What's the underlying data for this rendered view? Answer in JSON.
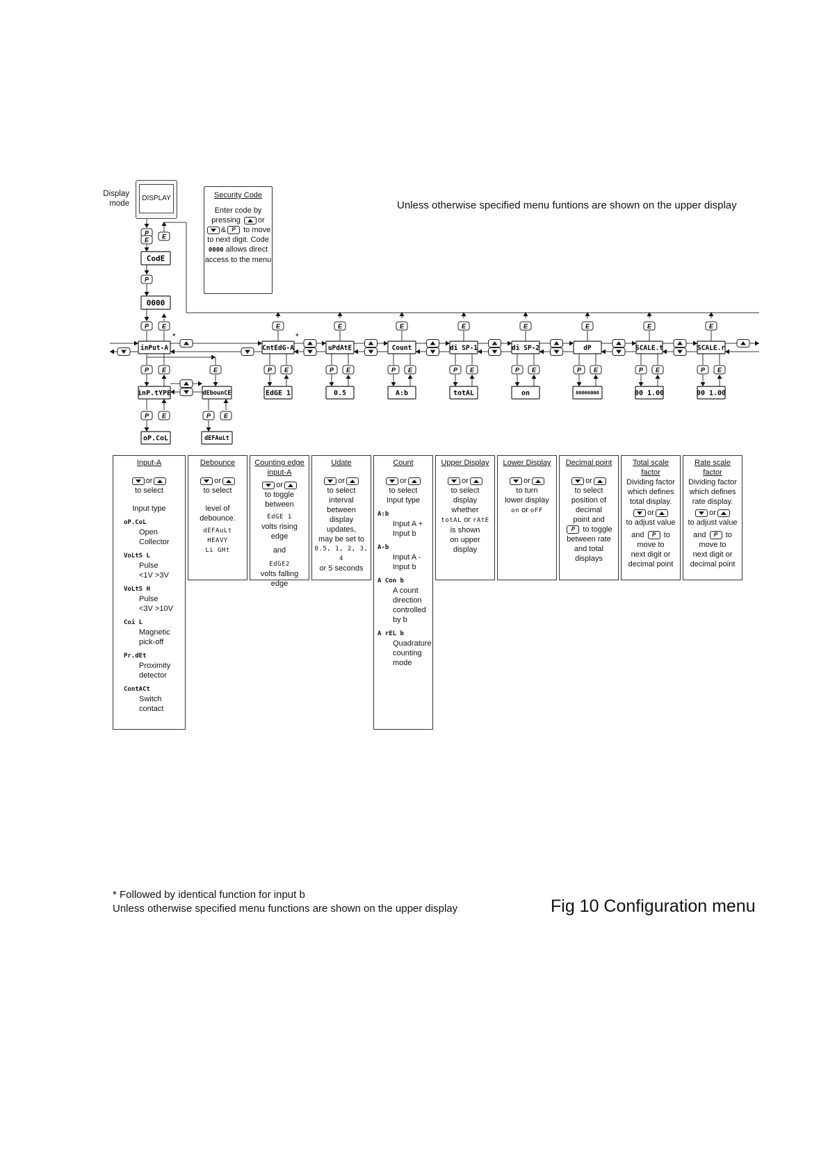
{
  "header": {
    "display_mode_label": "Display\nmode",
    "display_box": "DISPLAY",
    "upper_note": "Unless otherwise specified menu funtions are shown on the upper display"
  },
  "security": {
    "title": "Security Code",
    "line1": "Enter code by",
    "line2": "pressing",
    "line3_or": "or",
    "line3_amp": "&",
    "line4": "to move to next",
    "line5_pre": "digit. Code",
    "line5_code": "0000",
    "line6": "allows direct",
    "line7": "access to",
    "line8": "the menu"
  },
  "flow": {
    "code": "CodE",
    "code_value": "0000",
    "asterisk": "*"
  },
  "menu": [
    {
      "label": "inPut-A",
      "value": "inP.tYPE"
    },
    {
      "label": "CntEdG-A",
      "value": "EdGE 1"
    },
    {
      "label": "uPdAtE",
      "value": "0.5"
    },
    {
      "label": "Count",
      "value": "A:b"
    },
    {
      "label": "di SP-1",
      "value": "totAL"
    },
    {
      "label": "di SP-2",
      "value": "on"
    },
    {
      "label": "dP",
      "value": "00000000"
    },
    {
      "label": "SCALE.t",
      "value": "00 1.00"
    },
    {
      "label": "SCALE.r",
      "value": "00 1.00"
    }
  ],
  "sub": {
    "debounce": "dEbounCE",
    "optype_value": "oP.CoL",
    "debounce_value": "dEFAuLt"
  },
  "keys": {
    "p": "P",
    "e": "E"
  },
  "descriptions": {
    "input_a": {
      "title": "Input-A",
      "or": "or",
      "to_select": "to select",
      "input_type": "Input type",
      "items": [
        {
          "code": "oP.CoL",
          "text": "Open\nCollector"
        },
        {
          "code": "VoLtS L",
          "text": "Pulse\n<1V   >3V"
        },
        {
          "code": "VoLtS H",
          "text": "Pulse\n<3V   >10V"
        },
        {
          "code": "Coi L",
          "text": "Magnetic\npick-off"
        },
        {
          "code": "Pr.dEt",
          "text": "Proximity\ndetector"
        },
        {
          "code": "ContACt",
          "text": "Switch\ncontact"
        }
      ]
    },
    "debounce": {
      "title": "Debounce",
      "or": "or",
      "to_select": "to select",
      "body": "level of\ndebounce.",
      "codes": [
        "dEFAuLt",
        "HEAVY",
        "Li GHt"
      ]
    },
    "counting_edge": {
      "title": "Counting edge\ninput-A",
      "or": "or",
      "body1": "to toggle\nbetween",
      "code1": "EdGE 1",
      "text1": "volts rising edge",
      "and": "and",
      "code2": "EdGE2",
      "text2": "volts falling edge"
    },
    "update": {
      "title": "Udate",
      "or": "or",
      "body": "to select\ninterval\nbetween\ndisplay\nupdates,\nmay be set to",
      "codes": "0.5,  1, 2, 3, 4",
      "tail": "or 5 seconds"
    },
    "count": {
      "title": "Count",
      "or": "or",
      "to_select": "to select",
      "input_type": "Input type",
      "items": [
        {
          "code": "A:b",
          "text": "Input A +\nInput b"
        },
        {
          "code": "A-b",
          "text": "Input A -\nInput b"
        },
        {
          "code": "A Con b",
          "text": "A count\ndirection\ncontrolled\nby b"
        },
        {
          "code": "A rEL b",
          "text": "Quadrature\ncounting\nmode"
        }
      ]
    },
    "upper_display": {
      "title": "Upper Display",
      "or": "or",
      "body": "to select\ndisplay\nwhether",
      "code_a": "totAL",
      "mid": "or",
      "code_b": "rAtE",
      "tail": "is shown\non upper\ndisplay"
    },
    "lower_display": {
      "title": "Lower Display",
      "or": "or",
      "body": "to turn\nlower display",
      "code_a": "on",
      "mid": "or",
      "code_b": "oFF"
    },
    "decimal_point": {
      "title": "Decimal point",
      "or": "or",
      "body": "to select\nposition of\ndecimal\npoint and",
      "toggle": "to toggle",
      "tail": "between rate\nand total\ndisplays"
    },
    "total_scale": {
      "title": "Total scale\nfactor",
      "body": "Dividing factor\nwhich defines\ntotal display.",
      "or": "or",
      "adjust": "to adjust value",
      "and": "and",
      "to": "to",
      "tail": "move to\nnext digit or\ndecimal point"
    },
    "rate_scale": {
      "title": "Rate scale\nfactor",
      "body": "Dividing factor\nwhich defines\nrate display.",
      "or": "or",
      "adjust": "to adjust value",
      "and": "and",
      "to": "to",
      "tail": "move to\nnext digit or\ndecimal point"
    }
  },
  "footer": {
    "note1": "* Followed by identical function for input b",
    "note2": "Unless otherwise specified menu functions are shown on the upper display",
    "figure_title": "Fig 10 Configuration menu"
  }
}
